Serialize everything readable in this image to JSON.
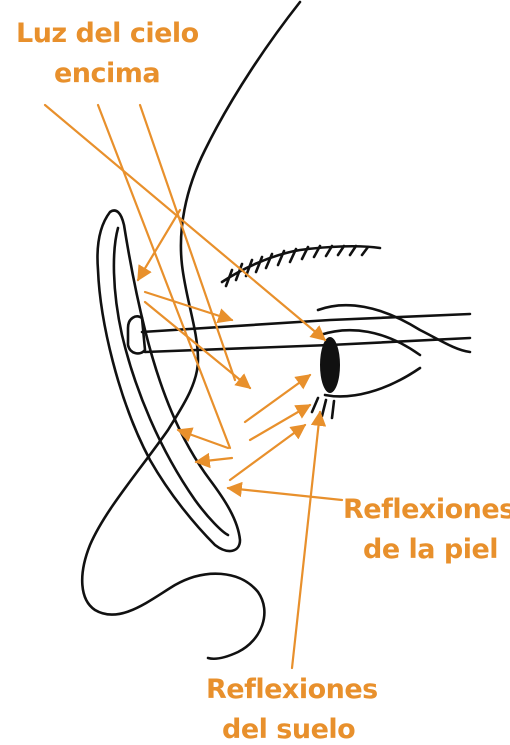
{
  "colors": {
    "accent": "#e8902c",
    "ink": "#111111",
    "background": "#ffffff"
  },
  "labels": {
    "sky_line1": "Luz del cielo",
    "sky_line2": "encima",
    "skin_line1": "Reflexiones",
    "skin_line2": "de la piel",
    "ground_line1": "Reflexiones",
    "ground_line2": "del suelo"
  }
}
